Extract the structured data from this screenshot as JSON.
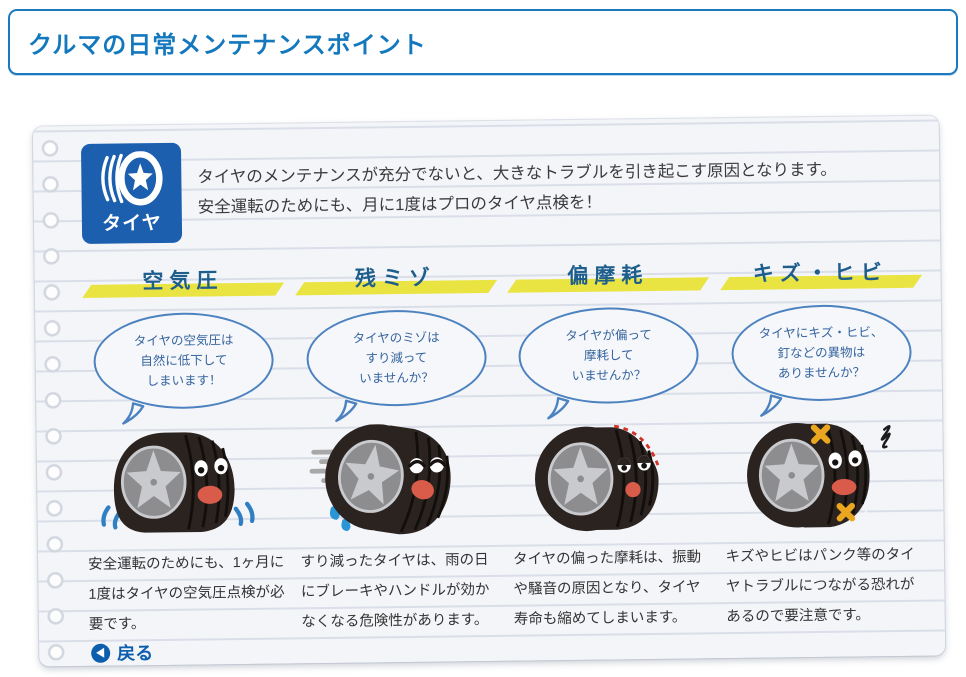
{
  "page_title": "クルマの日常メンテナンスポイント",
  "intro": {
    "icon": "tire-category-icon",
    "icon_label": "タイヤ",
    "line1": "タイヤのメンテナンスが充分でないと、大きなトラブルを引き起こす原因となります。",
    "line2": "安全運転のためにも、月に1度はプロのタイヤ点検を！"
  },
  "columns": [
    {
      "heading": "空気圧",
      "bubble_lines": [
        "タイヤの空気圧は",
        "自然に低下して",
        "しまいます！"
      ],
      "character_icon": "deflated-tire-character",
      "description": "安全運転のためにも、1ヶ月に1度はタイヤの空気圧点検が必要です。"
    },
    {
      "heading": "残ミゾ",
      "bubble_lines": [
        "タイヤのミゾは",
        "すり減って",
        "いませんか？"
      ],
      "character_icon": "worn-slipping-tire-character",
      "description": "すり減ったタイヤは、雨の日にブレーキやハンドルが効かなくなる危険性があります。"
    },
    {
      "heading": "偏摩耗",
      "bubble_lines": [
        "タイヤが偏って",
        "摩耗して",
        "いませんか？"
      ],
      "character_icon": "uneven-wear-tire-character",
      "description": "タイヤの偏った摩耗は、振動や騒音の原因となり、タイヤ寿命も縮めてしまいます。"
    },
    {
      "heading": "キズ・ヒビ",
      "bubble_lines": [
        "タイヤにキズ・ヒビ、",
        "釘などの異物は",
        "ありませんか？"
      ],
      "character_icon": "damaged-tire-character",
      "description": "キズやヒビはパンク等のタイヤトラブルにつながる恐れがあるので要注意です。"
    }
  ],
  "back_button": {
    "label": "戻る"
  },
  "colors": {
    "accent_blue": "#1478be",
    "heading_blue": "#1d5e8c",
    "highlight_yellow": "#e9e441",
    "bubble_blue": "#4c82bf",
    "back_blue": "#0d5fae",
    "icon_bg_blue": "#1b5fae"
  }
}
